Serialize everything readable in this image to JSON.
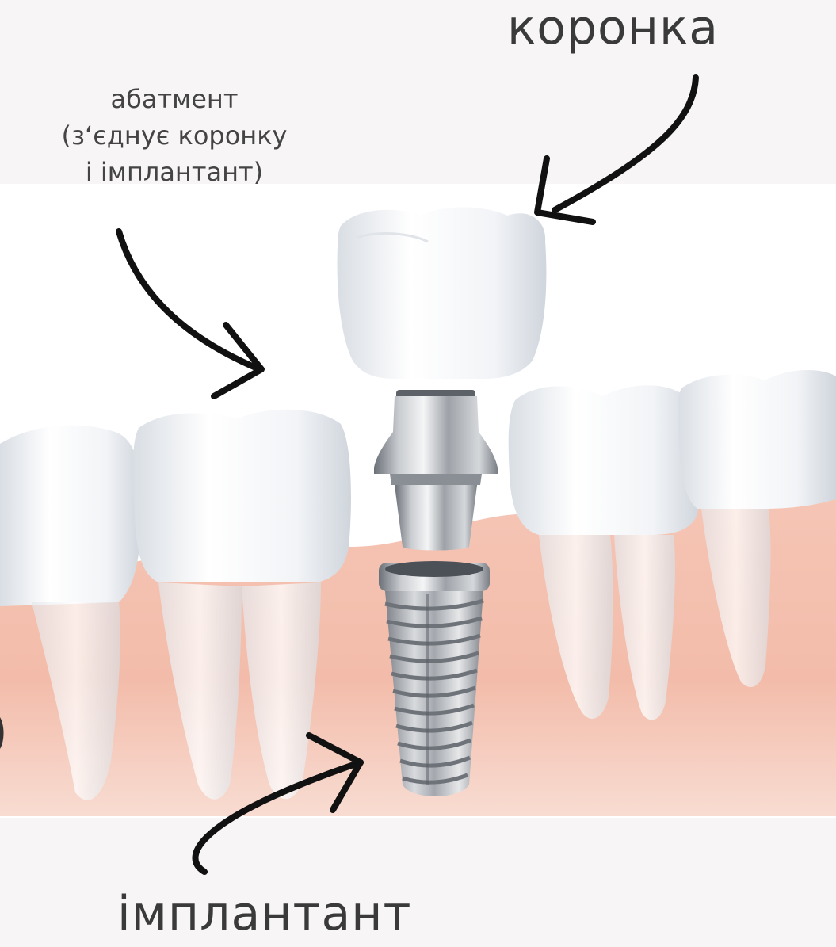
{
  "labels": {
    "crown": "коронка",
    "abutment": {
      "line1": "абатмент",
      "line2": "(з‘єднує коронку",
      "line3": "і імплантант)"
    },
    "implant": "імплантант"
  },
  "colors": {
    "background": "#f7f5f5",
    "panel": "#ffffff",
    "gum": "#f2b8a8",
    "tooth": "#f4f6f8",
    "metal": "#a9adb2",
    "arrow": "#111111",
    "text": "#3a3a3a"
  }
}
